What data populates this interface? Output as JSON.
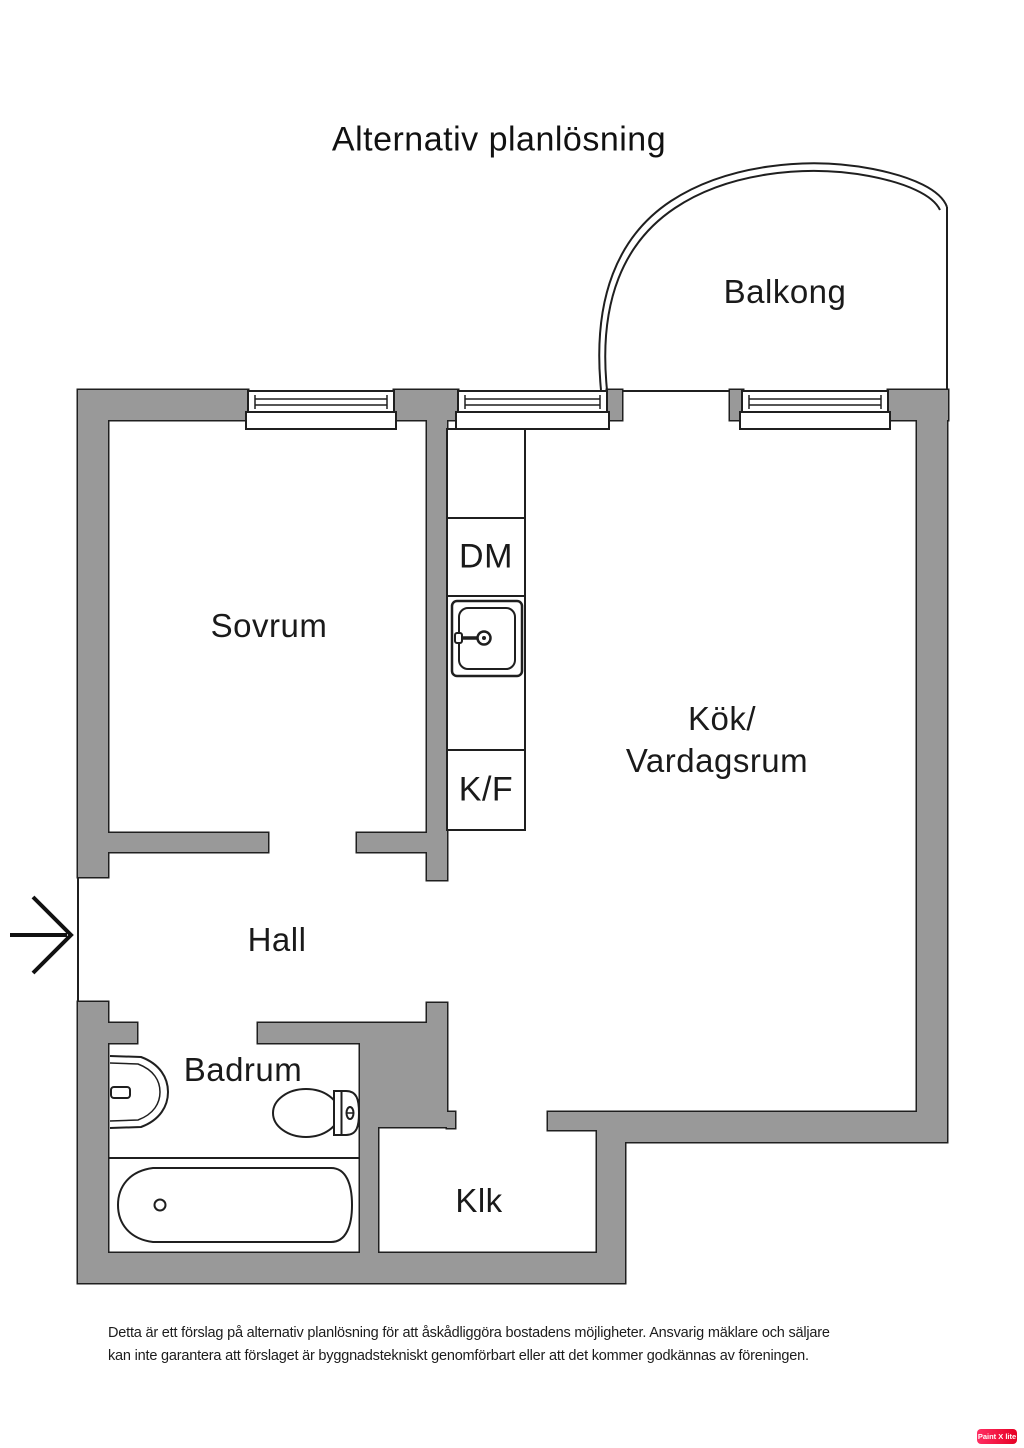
{
  "title": "Alternativ planlösning",
  "rooms": {
    "balcony": "Balkong",
    "bedroom": "Sovrum",
    "kitchen_living_line1": "Kök/",
    "kitchen_living_line2": "Vardagsrum",
    "hall": "Hall",
    "bathroom": "Badrum",
    "closet": "Klk"
  },
  "kitchen_units": {
    "dishwasher": "DM",
    "fridge_freezer": "K/F"
  },
  "disclaimer": {
    "line1": "Detta är ett förslag på alternativ planlösning för att åskådliggöra bostadens möjligheter. Ansvarig mäklare och säljare",
    "line2": "kan inte garantera att förslaget är byggnadstekniskt genomförbart eller att det kommer godkännas av föreningen."
  },
  "watermark": "Paint X lite",
  "colors": {
    "wall_fill": "#999999",
    "outline": "#1f1f1f",
    "watermark_gradient_left": "#ff2e63",
    "watermark_gradient_right": "#e60023"
  }
}
